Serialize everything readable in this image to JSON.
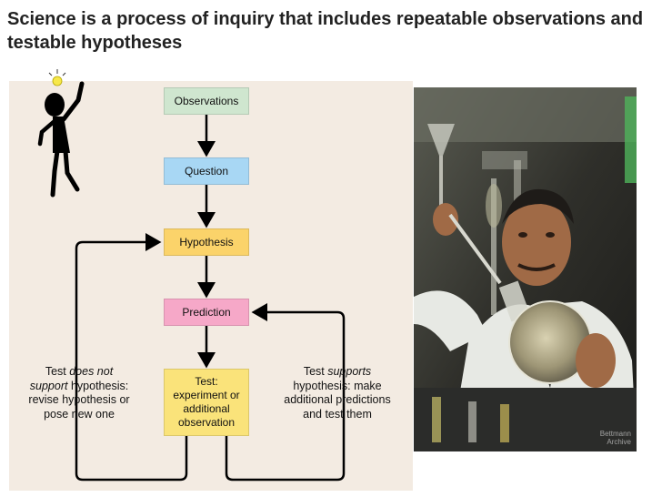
{
  "title": "Science is a process of inquiry that includes repeatable observations and testable hypotheses",
  "flowchart": {
    "observations": "Observations",
    "question": "Question",
    "hypothesis": "Hypothesis",
    "prediction": "Prediction",
    "test": [
      "Test:",
      "experiment or",
      "additional",
      "observation"
    ]
  },
  "left_branch": [
    "Test does not",
    "support hypothesis:",
    "revise hypothesis or",
    "pose new one"
  ],
  "right_branch": [
    "Test supports",
    "hypothesis: make",
    "additional predictions",
    "and test them"
  ],
  "photo_credit": [
    "Bettmann",
    "Archive"
  ],
  "colors": {
    "observations_box": "#cfe6cf",
    "question_box": "#a8d7f4",
    "hypothesis_box": "#fbd36a",
    "prediction_box": "#f6a8c8",
    "test_box": "#fae37a",
    "panel_background": "#f3ebe2"
  },
  "icons": [
    "stick-figure-with-lightbulb-icon"
  ]
}
